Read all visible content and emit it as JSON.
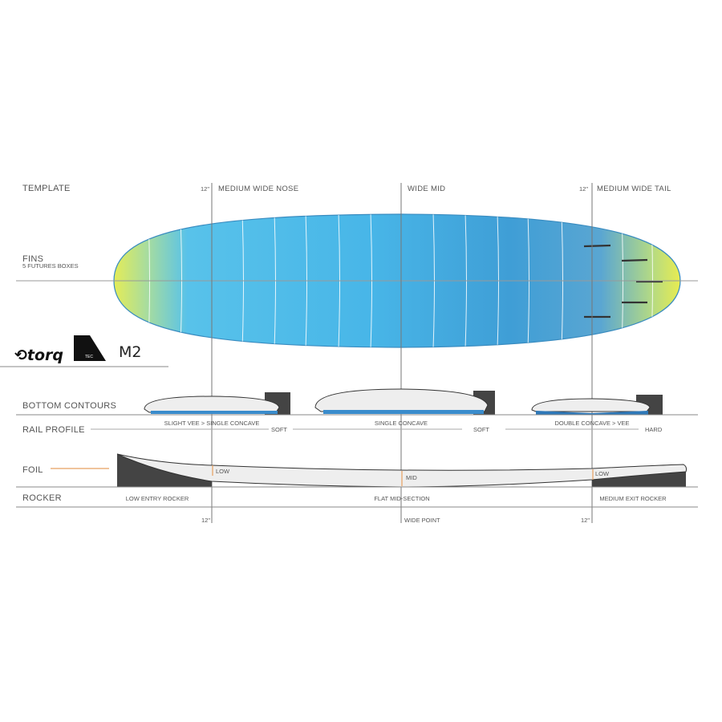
{
  "sections": {
    "template": "TEMPLATE",
    "fins": "FINS",
    "fins_sub": "5 FUTURES BOXES",
    "bottom_contours": "BOTTOM  CONTOURS",
    "rail_profile": "RAIL PROFILE",
    "foil": "FOIL",
    "rocker": "ROCKER"
  },
  "template": {
    "nose_mark": "12\"",
    "nose": "MEDIUM WIDE NOSE",
    "mid": "WIDE MID",
    "tail_mark": "12\"",
    "tail": "MEDIUM WIDE TAIL"
  },
  "logos": {
    "brand": "torq",
    "tec": "TEC",
    "model": "M2"
  },
  "contours": [
    "SLIGHT VEE > SINGLE CONCAVE",
    "SINGLE CONCAVE",
    "DOUBLE CONCAVE > VEE"
  ],
  "rails": [
    "SOFT",
    "SOFT",
    "HARD"
  ],
  "foil": [
    "LOW",
    "MID",
    "LOW"
  ],
  "rocker": [
    "LOW ENTRY ROCKER",
    "FLAT MID-SECTION",
    "MEDIUM EXIT ROCKER"
  ],
  "bottom_marks": {
    "nose": "12\"",
    "mid": "WIDE POINT",
    "tail": "12\""
  },
  "colors": {
    "accent": "#e8a060",
    "board_blue": "#45b4e6",
    "dark": "#444444"
  }
}
